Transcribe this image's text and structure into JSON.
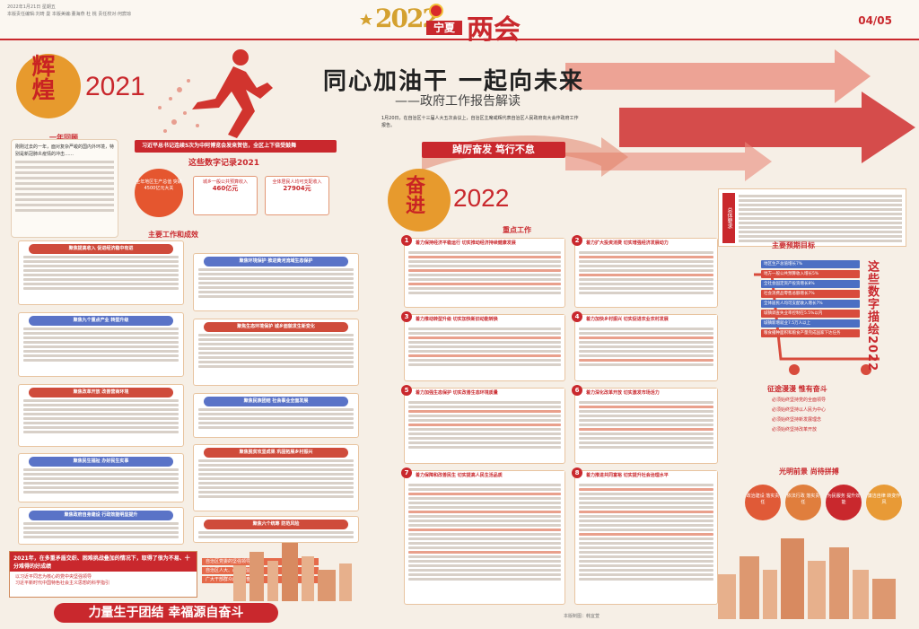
{
  "masthead": {
    "info_lines": [
      "2022年1月21日 星期五",
      "本版责任编辑:刘琦 曼 本版美编:董海燕 杜 桃 责任校对:何宸琼"
    ],
    "year": "2022",
    "region": "宁夏",
    "title": "两会",
    "page_num": "04/05"
  },
  "headline": {
    "title": "同心加油干 一起向未来",
    "subtitle": "——政府工作报告解读",
    "intro": "1月20日，在自治区十三届人大五次会议上，自治区主席咸辉代表自治区人民政府向大会作政府工作报告。"
  },
  "left": {
    "hui": "辉煌",
    "year": "2021",
    "review_title": "一年回顾",
    "review_text": "刚刚过去的一年，面对复杂严峻的国内外环境，特别是新冠肺炎疫情的冲击……",
    "banner": "习近平总书记连续5次为中阿博览会发来贺信，全区上下倍受鼓舞",
    "stats_title": "这些数字记录2021",
    "circle_stat": "全年地区生产总值 突破4500亿元大关",
    "card1": {
      "label": "城乡一般公共预算收入",
      "value": "460亿元"
    },
    "card2": {
      "label": "全体居民人均可支配收入",
      "value": "27904元"
    },
    "work_title": "主要工作和成效",
    "blocks": [
      "聚焦提高收入 促进经济稳中有进",
      "聚焦环境保护 推进黄河流域生态保护",
      "聚焦九个重点产业 转型升级",
      "聚焦生态环境保护 城乡面貌发生新变化",
      "聚焦改革开放 改善营商环境",
      "聚焦脱贫攻坚成果 巩固拓展乡村振兴",
      "聚焦民生福祉 办好民生实事",
      "聚焦民族团结 社会事业全面发展",
      "聚焦政府自身建设 行政效能明显提升",
      "聚焦六个统筹 防范风险"
    ],
    "bottom_box_title": "2021年，在多重矛盾交织、困难挑战叠加的情况下，取得了很为不易、十分难得的好成绩",
    "bottom_box_lines": [
      "以习近平同志为核心的党中央坚强领导",
      "习近平新时代中国特色社会主义思想的科学指引"
    ],
    "bottom_right_rows": [
      "自治区党委的坚强领导",
      "自治区人大、政协的监督支持",
      "广大干部群众的团结奋斗"
    ],
    "slogan": "力量生于团结 幸福源自奋斗"
  },
  "middle": {
    "banner": "踔厉奋发 笃行不怠",
    "fen": "奋进",
    "year": "2022",
    "key_work": "重点工作",
    "blocks": [
      {
        "num": "1",
        "title": "着力保持经济平稳运行 切实推动经济持续健康发展"
      },
      {
        "num": "2",
        "title": "着力扩大投资消费 切实增强经济发展动力"
      },
      {
        "num": "3",
        "title": "着力推动转型升级 切实加快新旧动能转换"
      },
      {
        "num": "4",
        "title": "着力加快乡村振兴 切实促进农业农村发展"
      },
      {
        "num": "5",
        "title": "着力加强生态保护 切实改善生态环境质量"
      },
      {
        "num": "6",
        "title": "着力深化改革开放 切实激发市场活力"
      },
      {
        "num": "7",
        "title": "着力保障和改善民生 切实提高人民生活品质"
      },
      {
        "num": "8",
        "title": "着力推进共同富裕 切实提升社会治理水平"
      }
    ]
  },
  "right": {
    "intro_tag": "总体要求",
    "targets_title": "主要预期目标",
    "targets": [
      "地区生产总值增长7%",
      "地方一般公共预算收入增长5%",
      "全社会固定资产投资增长8%",
      "社会消费品零售总额增长7%",
      "全体居民人均可支配收入增长7%",
      "城镇调查失业率控制在5.5%以内",
      "城镇新增就业7.5万人以上",
      "粮食播种面积和粮食产量完成国家下达任务"
    ],
    "targets_vertical": "这些数字描绘2022",
    "help_title": "征途漫漫 惟有奋斗",
    "help_items": [
      "必须始终坚持党的全面领导",
      "必须始终坚持以人民为中心",
      "必须始终坚持新发展理念",
      "必须始终坚持改革开放"
    ],
    "light_title": "光明前景 尚待拼搏",
    "light_icons": [
      "政治建设 落实责任",
      "依法行政 落实责任",
      "为民服务 提升效能",
      "廉洁自律 转变作风"
    ]
  },
  "credit": "本版制图：韩宜萱"
}
